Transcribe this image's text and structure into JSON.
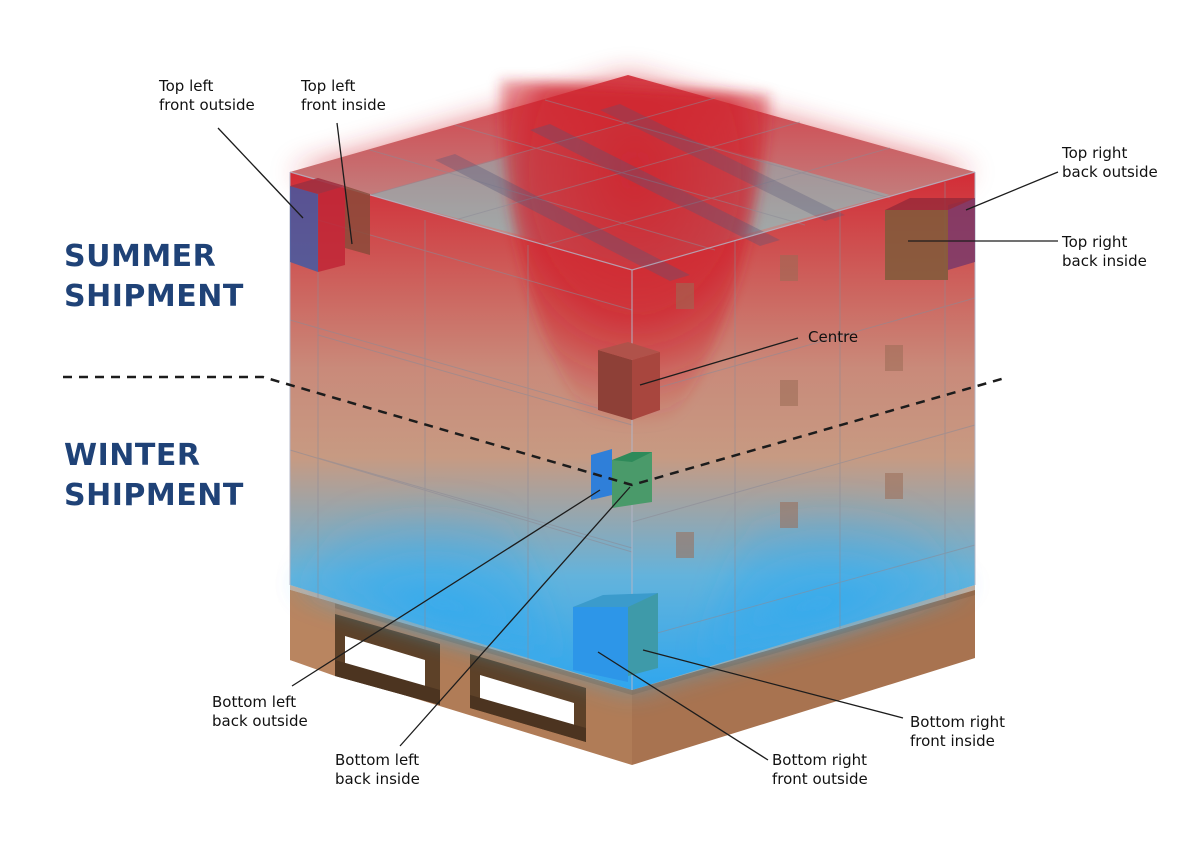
{
  "sections": {
    "summer": {
      "line1": "SUMMER",
      "line2": "SHIPMENT"
    },
    "winter": {
      "line1": "WINTER",
      "line2": "SHIPMENT"
    }
  },
  "callouts": {
    "top_left_front_outside": {
      "line1": "Top left",
      "line2": "front outside"
    },
    "top_left_front_inside": {
      "line1": "Top left",
      "line2": "front inside"
    },
    "top_right_back_outside": {
      "line1": "Top right",
      "line2": "back outside"
    },
    "top_right_back_inside": {
      "line1": "Top right",
      "line2": "back inside"
    },
    "centre": {
      "line1": "Centre"
    },
    "bottom_left_back_outside": {
      "line1": "Bottom left",
      "line2": "back outside"
    },
    "bottom_left_back_inside": {
      "line1": "Bottom left",
      "line2": "back inside"
    },
    "bottom_right_front_outside": {
      "line1": "Bottom right",
      "line2": "front outside"
    },
    "bottom_right_front_inside": {
      "line1": "Bottom right",
      "line2": "front inside"
    }
  },
  "colors": {
    "heading": "#1f4277",
    "summer_red": "#d0242e",
    "winter_blue": "#3ab0ea",
    "carton": "#c9906f",
    "pallet_wood": "#a87350",
    "pallet_dark": "#5d4128",
    "sensor_green": "#4a9a6a"
  }
}
